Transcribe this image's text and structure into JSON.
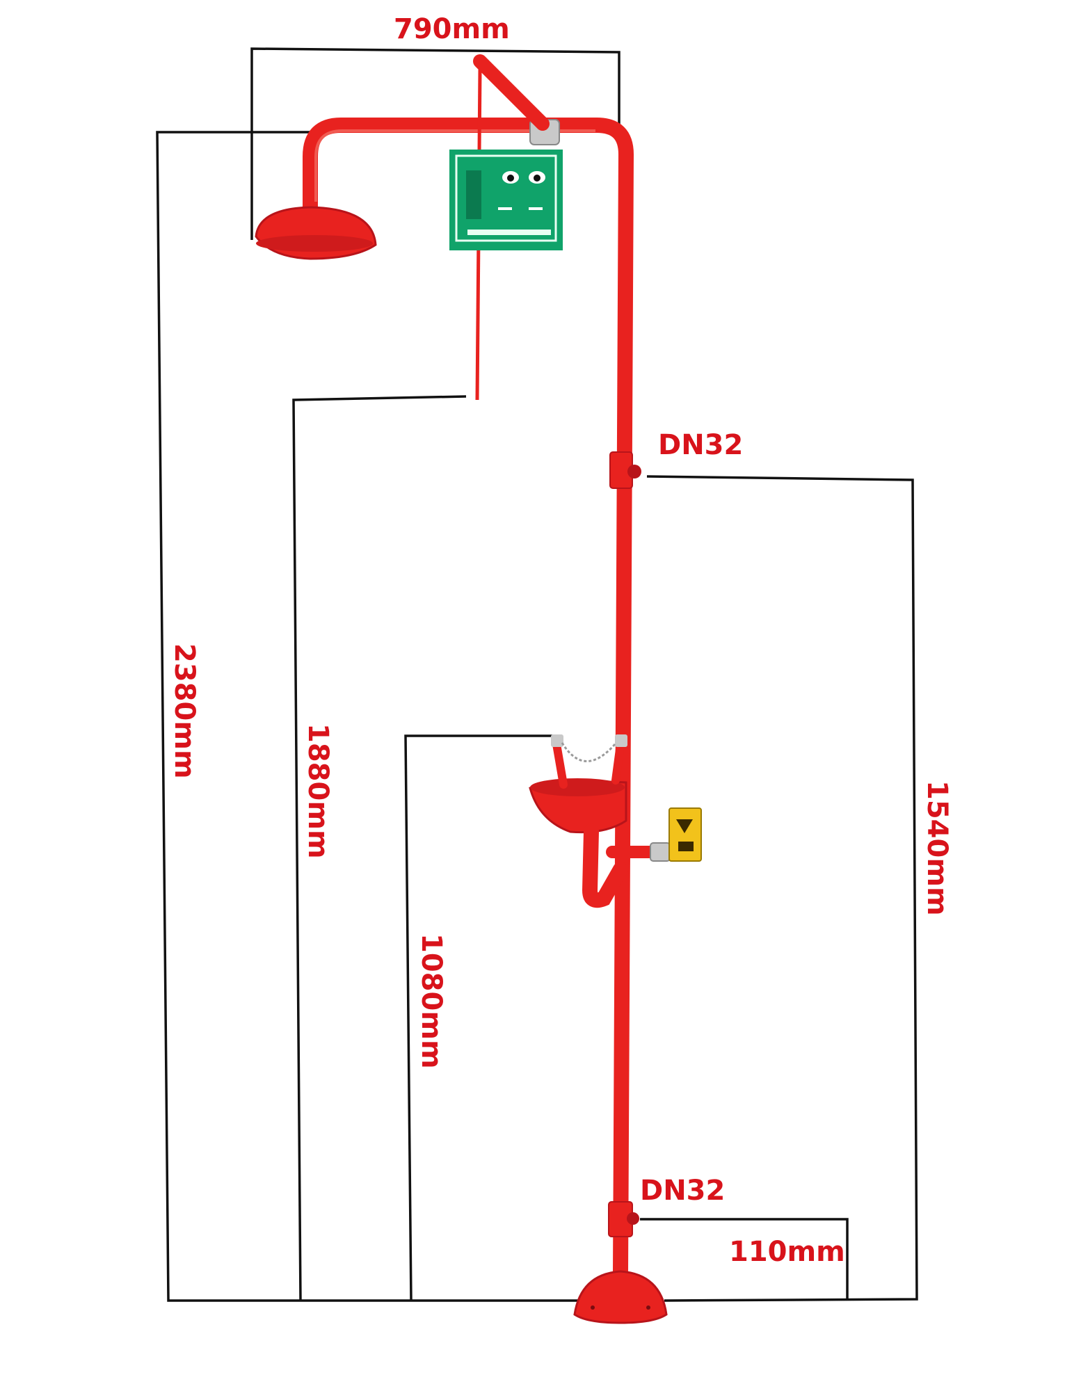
{
  "colors": {
    "equipment": "#e8221f",
    "equipment_dark": "#b8141a",
    "dimension_line": "#111111",
    "label": "#d8131b",
    "sign_green": "#10a36a",
    "warning_yellow": "#f2c21b"
  },
  "dimensions": {
    "width_top": "790mm",
    "total_height": "2380mm",
    "pull_rod_height": "1880mm",
    "bowl_height": "1080mm",
    "inlet_height": "1540mm",
    "inlet_upper": "DN32",
    "inlet_lower": "DN32",
    "base_offset": "110mm"
  },
  "icons": {
    "sign": "emergency-eyewash-sign-icon",
    "warning_label": "push-valve-warning-label-icon"
  }
}
